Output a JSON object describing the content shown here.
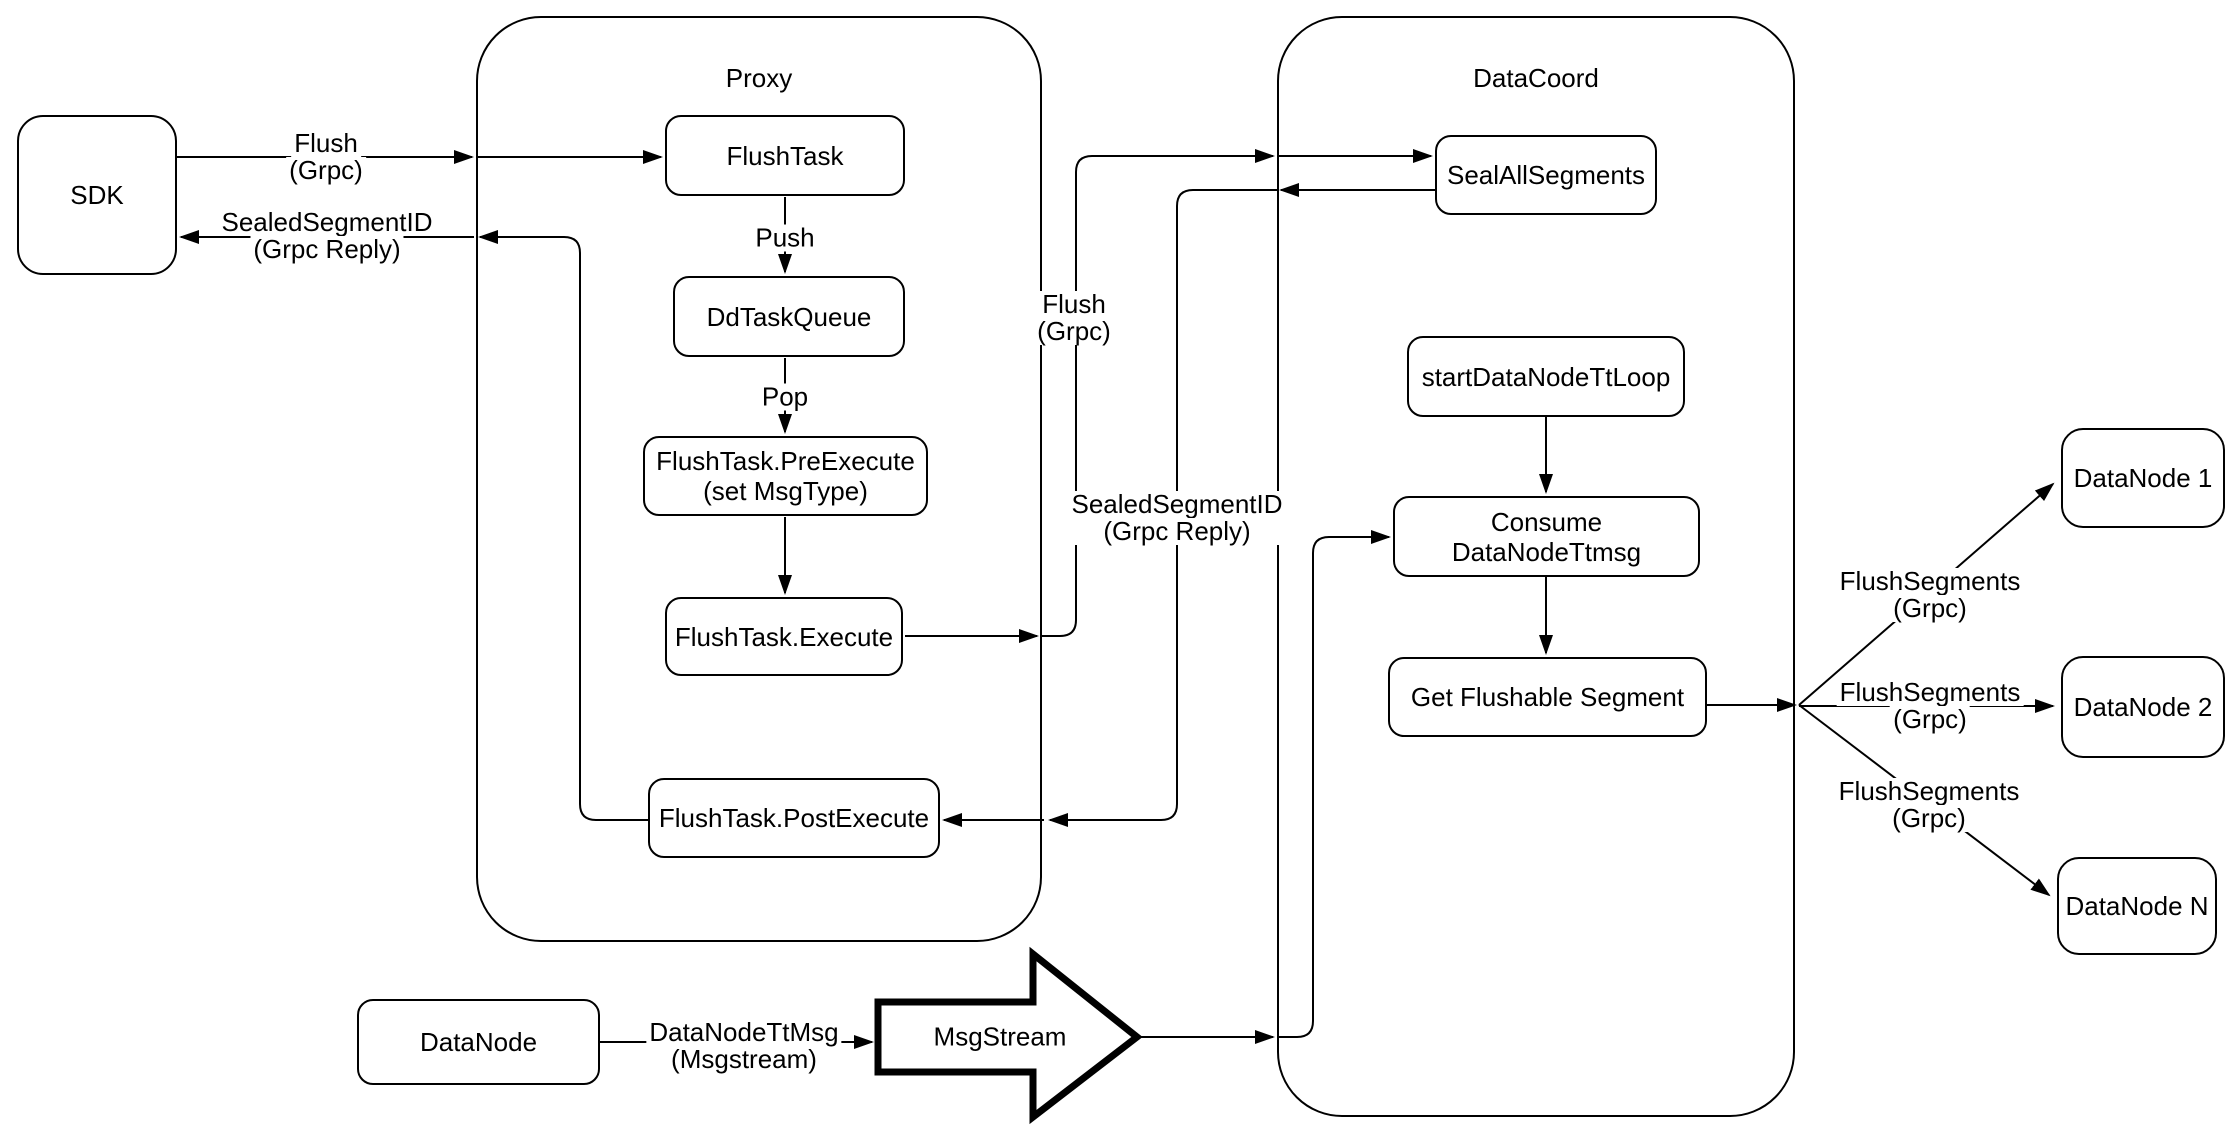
{
  "diagram": {
    "colors": {
      "stroke": "#000000",
      "fill": "#ffffff"
    },
    "sdk": {
      "label": "SDK"
    },
    "proxy": {
      "title": "Proxy",
      "flush_task": "FlushTask",
      "dd_task_queue": "DdTaskQueue",
      "pre_execute_line1": "FlushTask.PreExecute",
      "pre_execute_line2": "(set MsgType)",
      "execute": "FlushTask.Execute",
      "post_execute": "FlushTask.PostExecute"
    },
    "datacoord": {
      "title": "DataCoord",
      "seal_all_segments": "SealAllSegments",
      "start_datanode_tt_loop": "startDataNodeTtLoop",
      "consume_datanode_ttmsg": "Consume DataNodeTtmsg",
      "get_flushable_segment": "Get Flushable Segment"
    },
    "datanodes": {
      "node1": "DataNode 1",
      "node2": "DataNode 2",
      "nodeN": "DataNode N",
      "source": "DataNode"
    },
    "msgstream": {
      "label": "MsgStream"
    },
    "edge_labels": {
      "flush_line1": "Flush",
      "flush_line2": "(Grpc)",
      "sealed_line1": "SealedSegmentID",
      "sealed_line2": "(Grpc Reply)",
      "push": "Push",
      "pop": "Pop",
      "flush_segments_line1": "FlushSegments",
      "flush_segments_line2": "(Grpc)",
      "datanode_ttmsg_line1": "DataNodeTtMsg",
      "datanode_ttmsg_line2": "(Msgstream)"
    }
  }
}
